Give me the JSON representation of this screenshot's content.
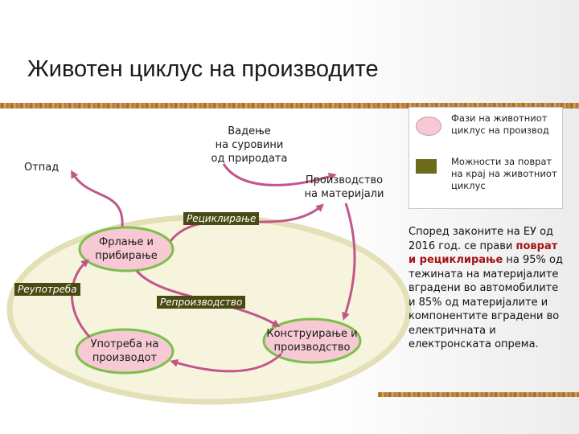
{
  "title": "Животен циклус на производите",
  "colors": {
    "background_ellipse": "#f7f4dd",
    "ellipse_border": "#e3dfb7",
    "phase_fill": "#f6c9d4",
    "phase_border": "#7cbf4a",
    "arrow": "#c2568a",
    "option_tag": "#4a4a14"
  },
  "diagram": {
    "outside_labels": {
      "extraction": "Вадење\nна суровини\nод природата",
      "waste": "Отпад",
      "materials": "Производство\nна материјали"
    },
    "phases": {
      "discard": "Фрлање и\nприбирање",
      "use": "Употреба на\nпроизводот",
      "manufacture": "Конструирање и\nпроизводство"
    },
    "options": {
      "recycling": "Рециклирање",
      "reuse": "Реупотреба",
      "remanufacturing": "Репроизводство"
    }
  },
  "legend": {
    "phases_label": "Фази на животниот\nциклус на производ",
    "options_label": "Можности за поврат\nна крај на животниот\nциклус"
  },
  "note": {
    "part1": "Според законите на ЕУ од 2016 год. се прави ",
    "highlight": "поврат и рециклирање",
    "part2": " на 95% од тежината на материјалите вградени во автомобилите и 85% од материјалите и компонентите вградени во електричната и електронската опрема."
  }
}
